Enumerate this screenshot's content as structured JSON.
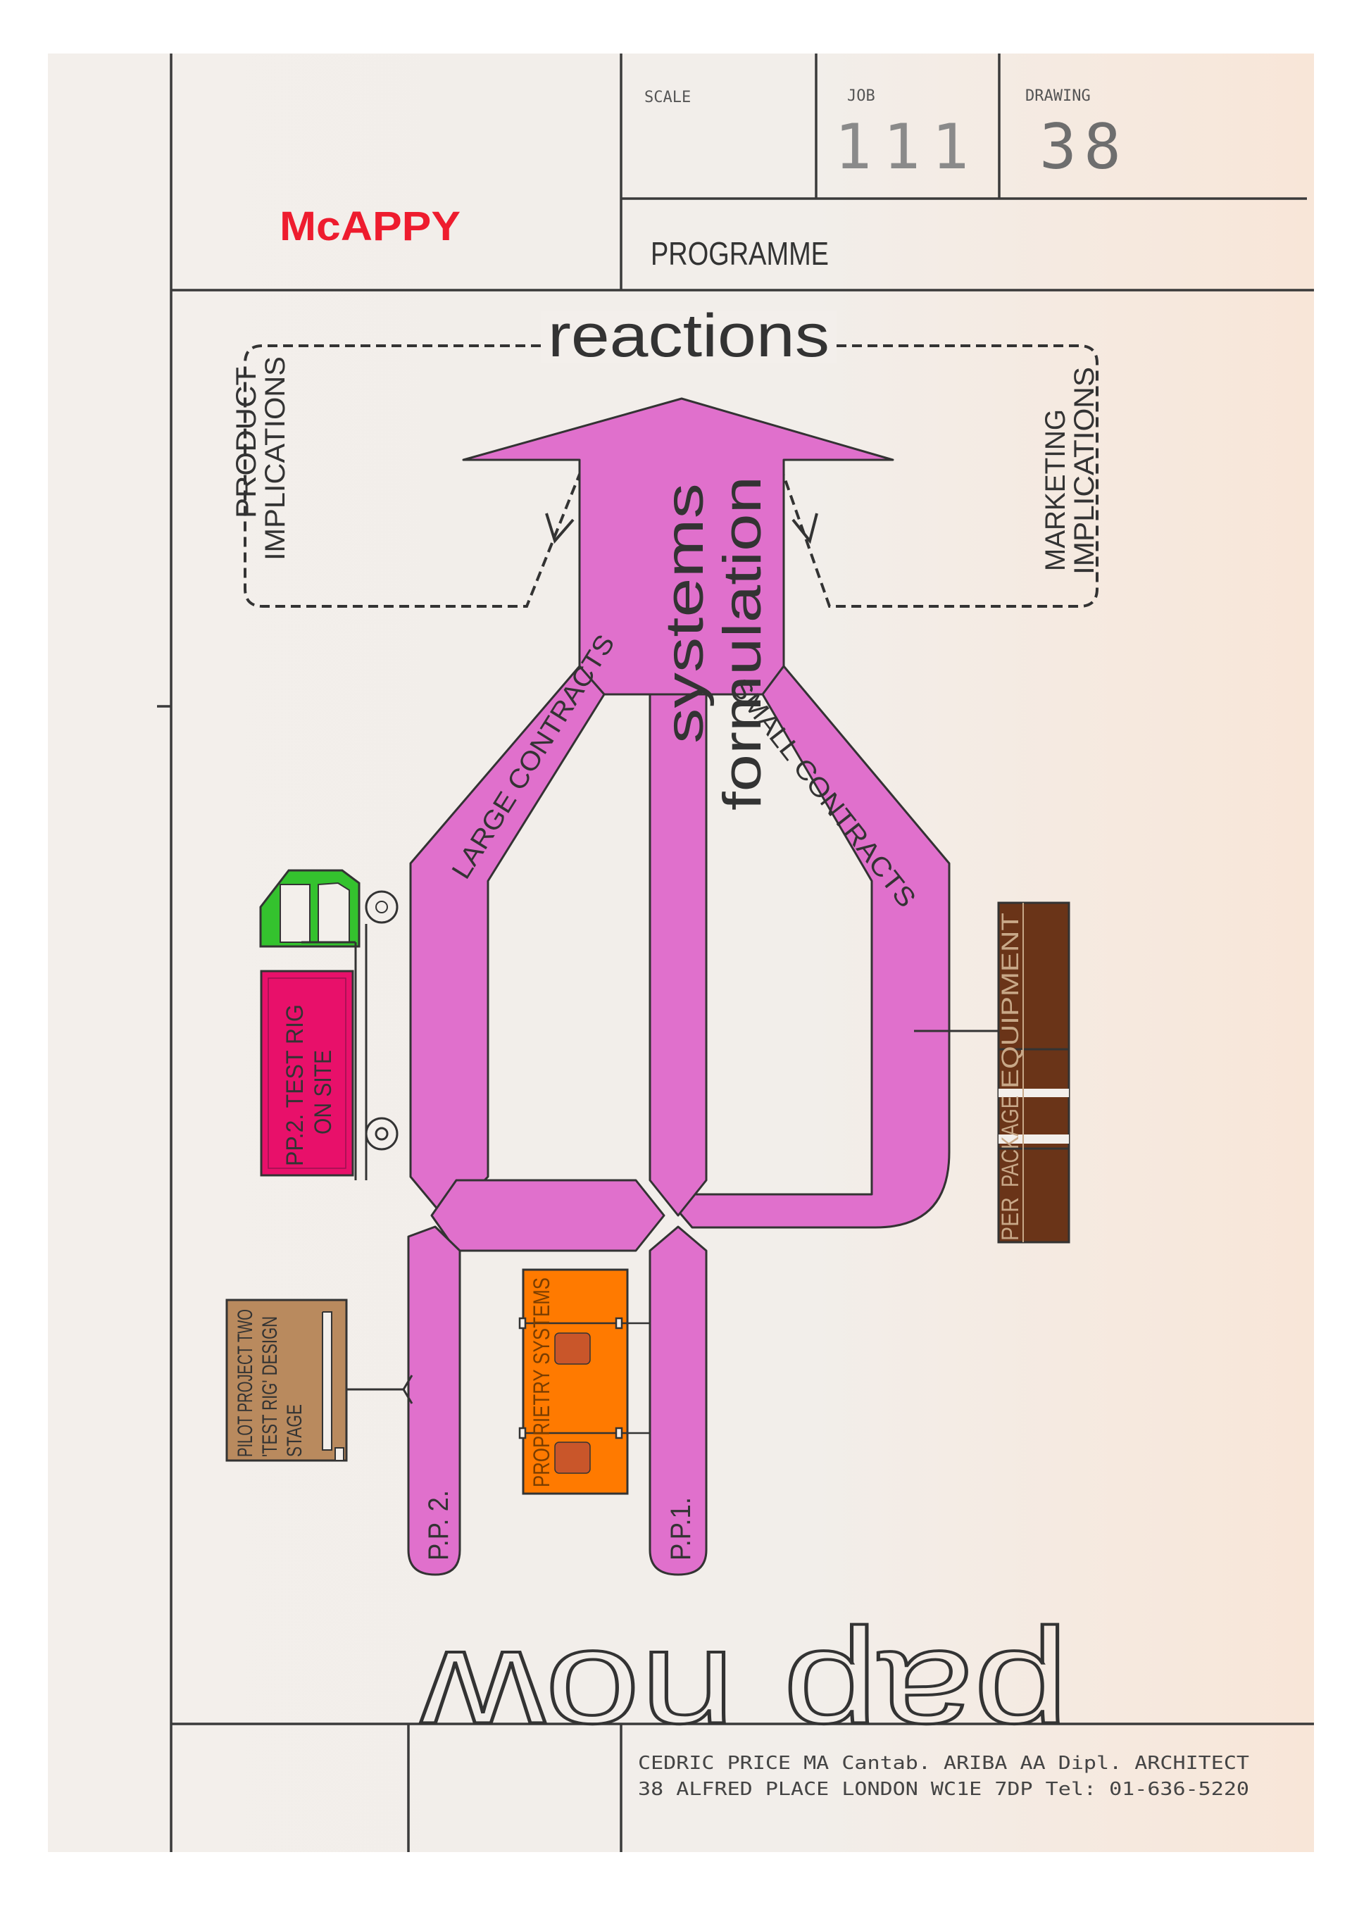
{
  "title_block": {
    "client_stamp": "McAPPY",
    "scale_label": "SCALE",
    "job_label": "JOB",
    "job_number": "111",
    "drawing_label": "DRAWING",
    "drawing_number": "38",
    "sheet_title": "PROGRAMME"
  },
  "diagram": {
    "top_label": "reactions",
    "left_loop_line1": "PRODUCT",
    "left_loop_line2": "IMPLICATIONS",
    "right_loop_line1": "MARKETING",
    "right_loop_line2": "IMPLICATIONS",
    "stem_line1": "systems",
    "stem_line2": "formulation",
    "left_branch": "LARGE CONTRACTS",
    "right_branch": "SMALL CONTRACTS",
    "pp2_label": "P.P. 2.",
    "pp1_label": "P.P.1.",
    "test_rig_line1": "PP.2. TEST RIG",
    "test_rig_line2": "ON SITE",
    "pilot_line1": "PILOT PROJECT TWO",
    "pilot_line2": "'TEST RIG' DESIGN",
    "pilot_line3": "STAGE",
    "proprietary": "PROPRIETRY SYSTEMS",
    "equipment": "EQUIPMENT",
    "package": "PACKAGE",
    "per": "PER",
    "bottom_word": "pap now",
    "colors": {
      "magenta_flow": "#e070cc",
      "test_rig": "#e8106a",
      "cab_green": "#34c22e",
      "pilot_brown": "#b98a5e",
      "proprietary_orange": "#ff7a00",
      "dark_brown": "#6a3418",
      "stamp_red": "#ee1c2e"
    }
  },
  "footer": {
    "architect_line1": "CEDRIC PRICE MA Cantab. ARIBA AA Dipl. ARCHITECT",
    "architect_line2": "38 ALFRED PLACE LONDON WC1E 7DP Tel: 01-636-5220"
  }
}
